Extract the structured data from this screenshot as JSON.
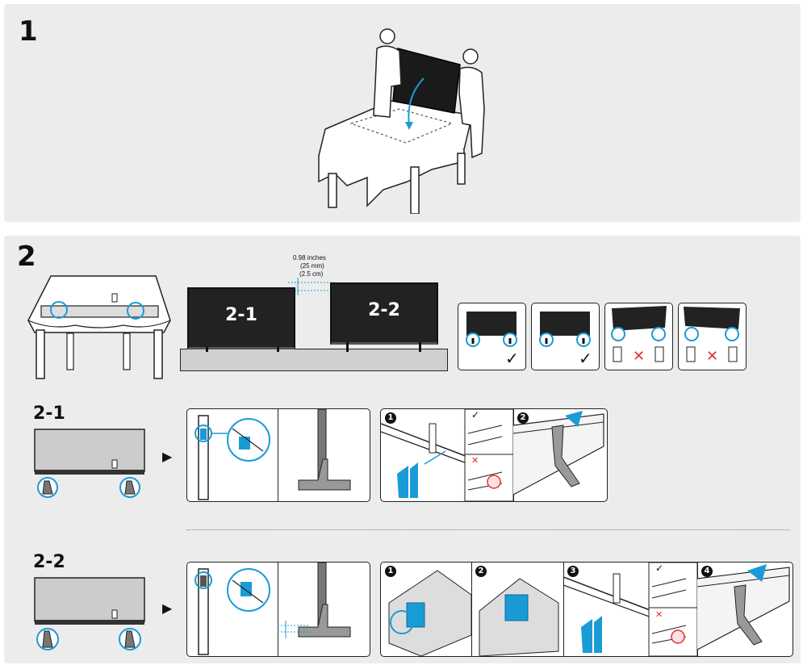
{
  "step1": {
    "number": "1"
  },
  "step2": {
    "number": "2",
    "measure": {
      "inches": "0.98 inches",
      "mm": "(25 mm)",
      "cm": "(2.5 cm)"
    },
    "tv_labels": {
      "a": "2-1",
      "b": "2-2"
    }
  },
  "sub21": {
    "title": "2-1",
    "steps": [
      "1",
      "2"
    ]
  },
  "sub22": {
    "title": "2-2",
    "steps": [
      "1",
      "2",
      "3",
      "4"
    ]
  },
  "colors": {
    "accent": "#1a9bd6",
    "panel_bg": "#ececec",
    "wrong": "#e03030"
  },
  "icons": {
    "next": "play-arrow-icon",
    "ok": "check-icon",
    "bad": "cross-icon"
  }
}
